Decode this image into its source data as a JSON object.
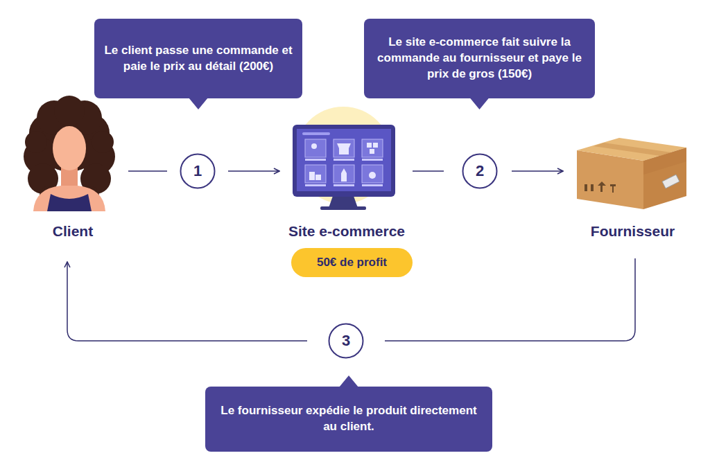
{
  "diagram": {
    "nodes": [
      {
        "text": [
          "Le client passe une commande et paie le prix au détail (200€)"
        ]
      },
      {
        "text": [
          "Le site e-commerce fait suivre la commande au fournisseur et paye le prix de gros (150€)"
        ]
      },
      {
        "text": [
          "Client"
        ]
      },
      {
        "text": [
          "1"
        ]
      },
      {
        "text": [
          "Site e-commerce"
        ]
      },
      {
        "text": [
          "2"
        ]
      },
      {
        "text": [
          "Fournisseur"
        ]
      },
      {
        "text": [
          "50€ de profit"
        ]
      },
      {
        "text": [
          "3"
        ]
      },
      {
        "text": [
          "Le fournisseur expédie le produit directement au client."
        ]
      }
    ],
    "edges": [
      {
        "from": 2,
        "to": 3,
        "arrow": "none"
      },
      {
        "from": 3,
        "to": 4,
        "arrow": "to"
      },
      {
        "from": 4,
        "to": 5,
        "arrow": "none"
      },
      {
        "from": 5,
        "to": 6,
        "arrow": "to"
      },
      {
        "from": 6,
        "to": 8,
        "arrow": "none"
      },
      {
        "from": 8,
        "to": 2,
        "arrow": "to"
      }
    ]
  }
}
